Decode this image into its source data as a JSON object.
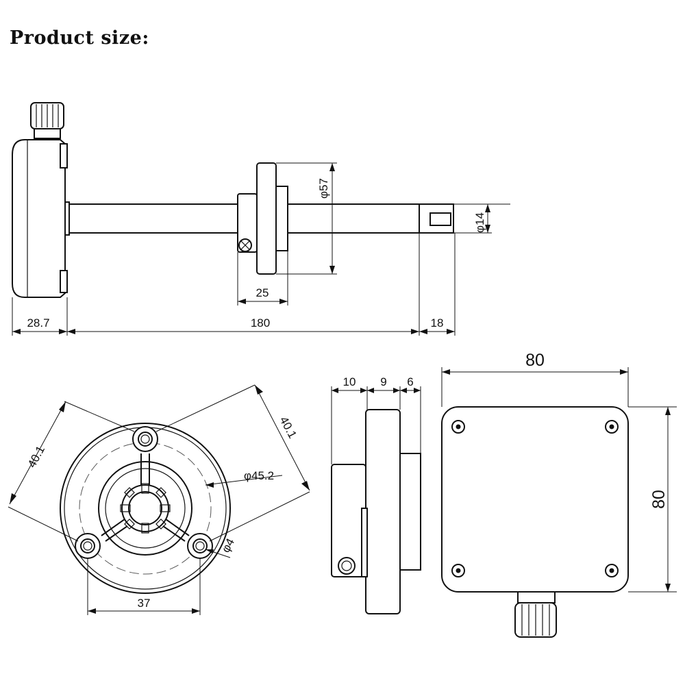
{
  "title": "Product size:",
  "dimensions": {
    "side_view": {
      "housing_depth": "28.7",
      "probe_length": "180",
      "tip_length": "18",
      "flange_width": "25",
      "flange_diameter": "φ57",
      "probe_diameter": "φ14"
    },
    "flange_view": {
      "side_left": "40.1",
      "side_right": "40.1",
      "bolt_circle": "φ45.2",
      "hole_diameter": "φ4",
      "hole_spacing": "37"
    },
    "housing_side": {
      "d1": "10",
      "d2": "9",
      "d3": "6"
    },
    "housing_front": {
      "width": "80",
      "height": "80"
    }
  }
}
